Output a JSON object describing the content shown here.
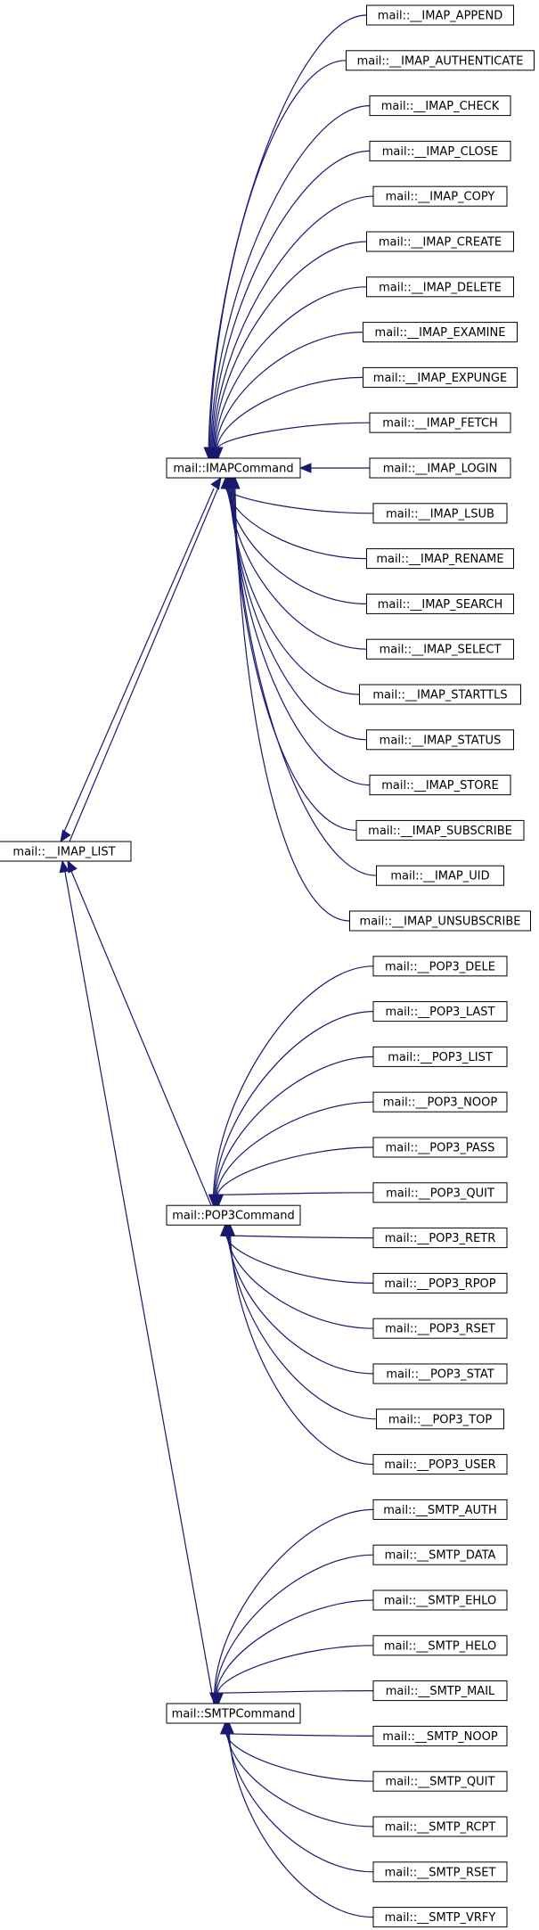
{
  "diagram": {
    "root": "mail::__IMAP_LIST",
    "groups": [
      {
        "parent": "mail::IMAPCommand",
        "children": [
          "mail::__IMAP_APPEND",
          "mail::__IMAP_AUTHENTICATE",
          "mail::__IMAP_CHECK",
          "mail::__IMAP_CLOSE",
          "mail::__IMAP_COPY",
          "mail::__IMAP_CREATE",
          "mail::__IMAP_DELETE",
          "mail::__IMAP_EXAMINE",
          "mail::__IMAP_EXPUNGE",
          "mail::__IMAP_FETCH",
          "mail::__IMAP_LOGIN",
          "mail::__IMAP_LSUB",
          "mail::__IMAP_RENAME",
          "mail::__IMAP_SEARCH",
          "mail::__IMAP_SELECT",
          "mail::__IMAP_STARTTLS",
          "mail::__IMAP_STATUS",
          "mail::__IMAP_STORE",
          "mail::__IMAP_SUBSCRIBE",
          "mail::__IMAP_UID",
          "mail::__IMAP_UNSUBSCRIBE"
        ]
      },
      {
        "parent": "mail::POP3Command",
        "children": [
          "mail::__POP3_DELE",
          "mail::__POP3_LAST",
          "mail::__POP3_LIST",
          "mail::__POP3_NOOP",
          "mail::__POP3_PASS",
          "mail::__POP3_QUIT",
          "mail::__POP3_RETR",
          "mail::__POP3_RPOP",
          "mail::__POP3_RSET",
          "mail::__POP3_STAT",
          "mail::__POP3_TOP",
          "mail::__POP3_USER"
        ]
      },
      {
        "parent": "mail::SMTPCommand",
        "children": [
          "mail::__SMTP_AUTH",
          "mail::__SMTP_DATA",
          "mail::__SMTP_EHLO",
          "mail::__SMTP_HELO",
          "mail::__SMTP_MAIL",
          "mail::__SMTP_NOOP",
          "mail::__SMTP_QUIT",
          "mail::__SMTP_RCPT",
          "mail::__SMTP_RSET",
          "mail::__SMTP_VRFY"
        ]
      }
    ],
    "edge_color": "#191970"
  }
}
